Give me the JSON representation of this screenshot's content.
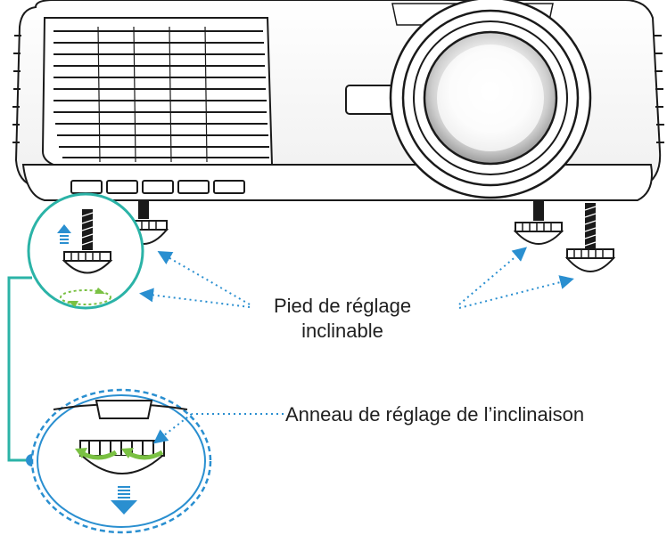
{
  "labels": {
    "tilt_foot_line1": "Pied de réglage",
    "tilt_foot_line2": "inclinable",
    "tilt_ring": "Anneau de réglage de l’inclinaison"
  },
  "colors": {
    "callout_teal": "#2bb3a7",
    "pointer_blue": "#2a8fd0",
    "arrow_green": "#7ac143",
    "projector_outline": "#1a1a1a",
    "projector_fill": "#ffffff"
  },
  "icons": {
    "up_arrow": "up-arrow-icon",
    "down_arrow": "down-arrow-icon",
    "rotate_arrows": "rotate-arrows-icon"
  }
}
